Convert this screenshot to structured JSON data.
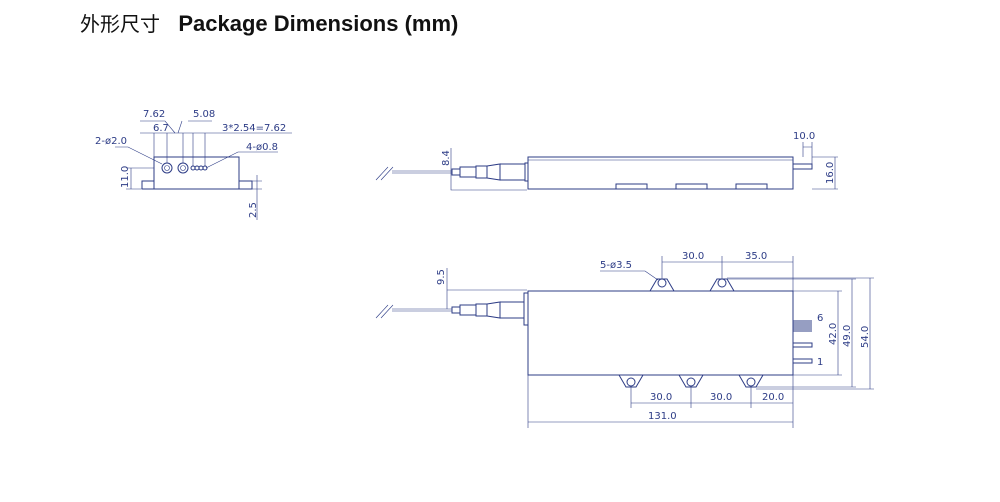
{
  "title": {
    "chinese": "外形尺寸",
    "english": "Package Dimensions (mm)"
  },
  "front_view": {
    "dims": {
      "d762": "7.62",
      "d508": "5.08",
      "d67": "6.7",
      "pitch": "3*2.54=7.62",
      "holes_large": "2-ø2.0",
      "holes_small": "4-ø0.8",
      "height": "11.0",
      "foot": "2.5"
    }
  },
  "side_view": {
    "dims": {
      "fiber_height": "8.4",
      "pin_length": "10.0",
      "height": "16.0"
    }
  },
  "top_view": {
    "dims": {
      "mount_holes": "5-ø3.5",
      "top_spacing": "30.0",
      "top_offset": "35.0",
      "fiber_offset": "9.5",
      "width_body": "42.0",
      "width_tabs": "49.0",
      "width_total": "54.0",
      "bottom_spacing_1": "30.0",
      "bottom_spacing_2": "30.0",
      "bottom_offset": "20.0",
      "length": "131.0"
    },
    "pin_labels": {
      "first": "1",
      "last": "6"
    }
  },
  "colors": {
    "line": "#2d3c86"
  }
}
